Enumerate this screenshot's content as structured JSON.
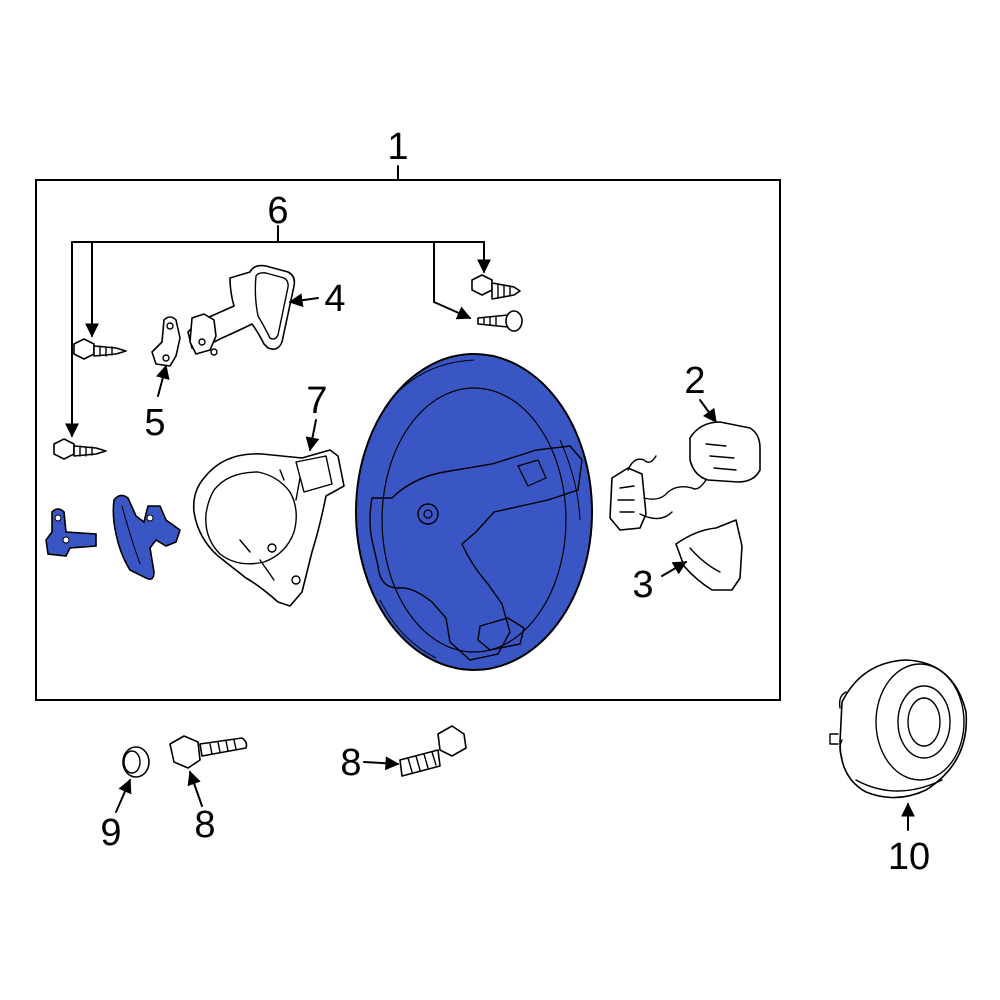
{
  "diagram": {
    "callouts": {
      "c1": "1",
      "c2": "2",
      "c3": "3",
      "c4": "4",
      "c5": "5",
      "c6": "6",
      "c7": "7",
      "c8_upper": "8",
      "c8_lower": "8",
      "c9": "9",
      "c10": "10"
    },
    "colors": {
      "highlight": "#3a56c4",
      "line": "#000000",
      "background": "#ffffff"
    },
    "highlighted_parts": [
      "steering-wheel",
      "paddle-shifter-left",
      "paddle-bracket-left"
    ]
  }
}
